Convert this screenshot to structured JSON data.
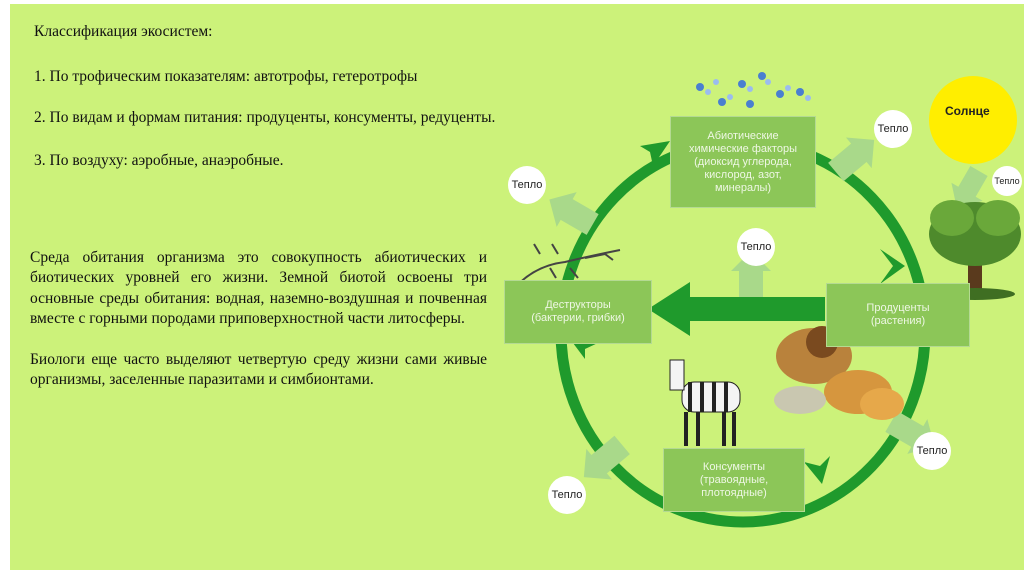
{
  "classification": {
    "title": "Классификация экосистем:",
    "items": [
      "1. По трофическим показателям: автотрофы, гетеротрофы",
      "2. По видам и формам питания: продуценты, консументы, редуценты.",
      "3. По воздуху: аэробные, анаэробные."
    ]
  },
  "body": {
    "paragraph1": "Среда обитания организма  это совокупность абиотических и биотических уровней его жизни. Земной биотой освоены три основные среды обитания: водная, наземно-воздушная и почвенная вместе с горными породами приповерхностной части литосферы.",
    "paragraph2": "Биологи еще часто выделяют четвертую среду жизни сами живые организмы, заселенные паразитами и симбионтами."
  },
  "diagram": {
    "abiotic": [
      "Абиотические",
      "химические факторы",
      "(диоксид углерода,",
      "кислород, азот,",
      "минералы)"
    ],
    "producers": [
      "Продуценты",
      "(растения)"
    ],
    "consumers": [
      "Консументы",
      "(травоядные,",
      "плотоядные)"
    ],
    "decomposers": [
      "Деструкторы",
      "(бактерии, грибки)"
    ],
    "sun": "Солнце",
    "heat": [
      "Тепло",
      "Тепло",
      "Тепло",
      "Тепло",
      "Тепло",
      "Тепло"
    ]
  },
  "colors": {
    "background": "#ccf27a",
    "box": "#8cc658",
    "arrow_dark": "#1f9a2c",
    "arrow_light": "#a9d98a",
    "sun": "#ffee00"
  }
}
